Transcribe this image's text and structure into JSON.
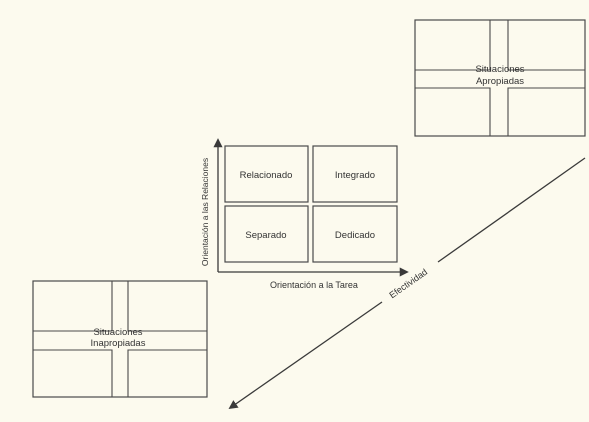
{
  "axes": {
    "y_label": "Orientación a las Relaciones",
    "x_label": "Orientación a la Tarea"
  },
  "grid": {
    "top_left": "Relacionado",
    "top_right": "Integrado",
    "bottom_left": "Separado",
    "bottom_right": "Dedicado"
  },
  "situations": {
    "appropriate": {
      "line1": "Situaciones",
      "line2": "Apropiadas"
    },
    "inappropriate": {
      "line1": "Situaciones",
      "line2": "Inapropiadas"
    }
  },
  "effectiveness": {
    "label": "Efectividad"
  }
}
